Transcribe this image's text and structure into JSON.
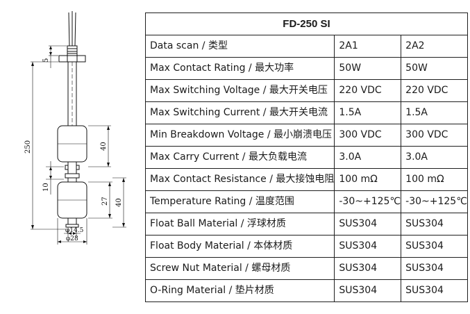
{
  "drawing": {
    "dimensions": {
      "top_gap": "5",
      "total_length": "250",
      "float_height": "40",
      "gap": "10",
      "lower_float": "27",
      "lower_overall": "40",
      "ball_diameter": "φ14.5",
      "body_diameter": "φ28"
    }
  },
  "table": {
    "title": "FD-250 SI",
    "rows": [
      {
        "label": "Data scan / 类型",
        "a": "2A1",
        "b": "2A2"
      },
      {
        "label": "Max Contact Rating / 最大功率",
        "a": "50W",
        "b": "50W"
      },
      {
        "label": "Max Switching Voltage / 最大开关电压",
        "a": "220 VDC",
        "b": "220 VDC"
      },
      {
        "label": "Max Switching Current / 最大开关电流",
        "a": "1.5A",
        "b": "1.5A"
      },
      {
        "label": "Min Breakdown Voltage / 最小崩溃电压",
        "a": "300 VDC",
        "b": "300 VDC"
      },
      {
        "label": "Max Carry Current / 最大负载电流",
        "a": "3.0A",
        "b": "3.0A"
      },
      {
        "label": "Max Contact Resistance / 最大接蚀电阻",
        "a": "100 mΩ",
        "b": "100 mΩ"
      },
      {
        "label": "Temperature Rating / 温度范围",
        "a": "-30~+125℃",
        "b": "-30~+125℃"
      },
      {
        "label": "Float Ball Material / 浮球材质",
        "a": "SUS304",
        "b": "SUS304"
      },
      {
        "label": "Float Body Material / 本体材质",
        "a": "SUS304",
        "b": "SUS304"
      },
      {
        "label": "Screw Nut Material / 螺母材质",
        "a": "SUS304",
        "b": "SUS304"
      },
      {
        "label": "O-Ring Material / 垫片材质",
        "a": "SUS304",
        "b": "SUS304"
      }
    ]
  }
}
